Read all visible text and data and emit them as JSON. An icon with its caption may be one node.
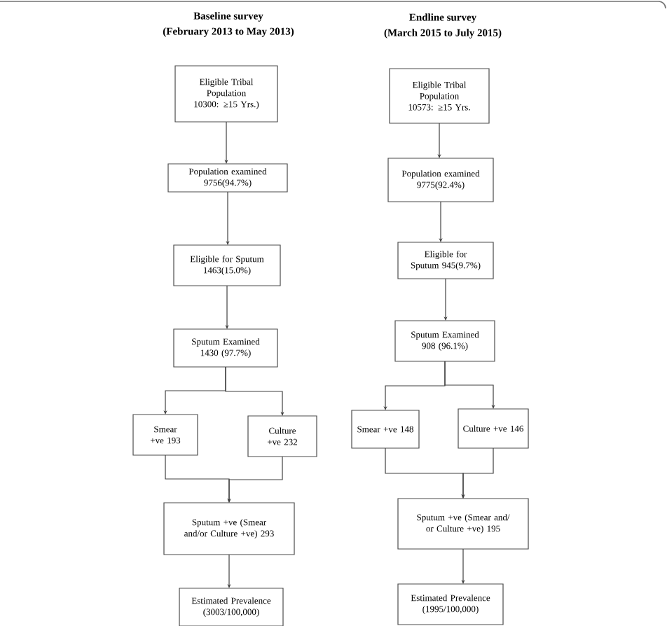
{
  "diagram": {
    "nodes": [
      {
        "text": [
          "Eligible Tribal Population 10300: ≥15 Yrs.)"
        ]
      },
      {
        "text": [
          "Population examined 9756(94.7%)"
        ]
      },
      {
        "text": [
          "Eligible for Sputum 1463(15.0%)"
        ]
      },
      {
        "text": [
          "Sputum Examined 1430 (97.7%)"
        ]
      },
      {
        "text": [
          "Smear +ve 193"
        ]
      },
      {
        "text": [
          "Culture +ve 232"
        ]
      },
      {
        "text": [
          "Sputum +ve (Smear and/or Culture +ve) 293"
        ]
      },
      {
        "text": [
          "Estimated Prevalence (3003/100,000)"
        ]
      },
      {
        "text": [
          "Eligible Tribal Population 10573: ≥15 Yrs."
        ]
      },
      {
        "text": [
          "Population examined 9775(92.4%)"
        ]
      },
      {
        "text": [
          "Eligible for Sputum 945(9.7%)"
        ]
      },
      {
        "text": [
          "Sputum Examined 908 (96.1%)"
        ]
      },
      {
        "text": [
          "Smear +ve 148"
        ]
      },
      {
        "text": [
          "Culture +ve 146"
        ]
      },
      {
        "text": [
          "Sputum +ve (Smear and/ or Culture +ve) 195"
        ]
      },
      {
        "text": [
          "Estimated Prevalence (1995/100,000)"
        ]
      }
    ],
    "edges": [
      {
        "from": 0,
        "to": 1,
        "arrow": "to"
      },
      {
        "from": 1,
        "to": 2,
        "arrow": "to"
      },
      {
        "from": 2,
        "to": 3,
        "arrow": "to"
      },
      {
        "from": 3,
        "to": 4,
        "arrow": "to"
      },
      {
        "from": 3,
        "to": 5,
        "arrow": "to"
      },
      {
        "from": 4,
        "to": 6,
        "arrow": "to"
      },
      {
        "from": 5,
        "to": 6,
        "arrow": "to"
      },
      {
        "from": 6,
        "to": 7,
        "arrow": "to"
      },
      {
        "from": 8,
        "to": 9,
        "arrow": "to"
      },
      {
        "from": 9,
        "to": 10,
        "arrow": "to"
      },
      {
        "from": 10,
        "to": 11,
        "arrow": "to"
      },
      {
        "from": 11,
        "to": 12,
        "arrow": "to"
      },
      {
        "from": 11,
        "to": 13,
        "arrow": "to"
      },
      {
        "from": 12,
        "to": 14,
        "arrow": "to"
      },
      {
        "from": 13,
        "to": 14,
        "arrow": "to"
      },
      {
        "from": 14,
        "to": 15,
        "arrow": "to"
      }
    ],
    "labels": [
      "Baseline survey",
      "(February 2013 to May 2013)",
      "Endline survey",
      "(March 2015 to July 2015)"
    ]
  }
}
